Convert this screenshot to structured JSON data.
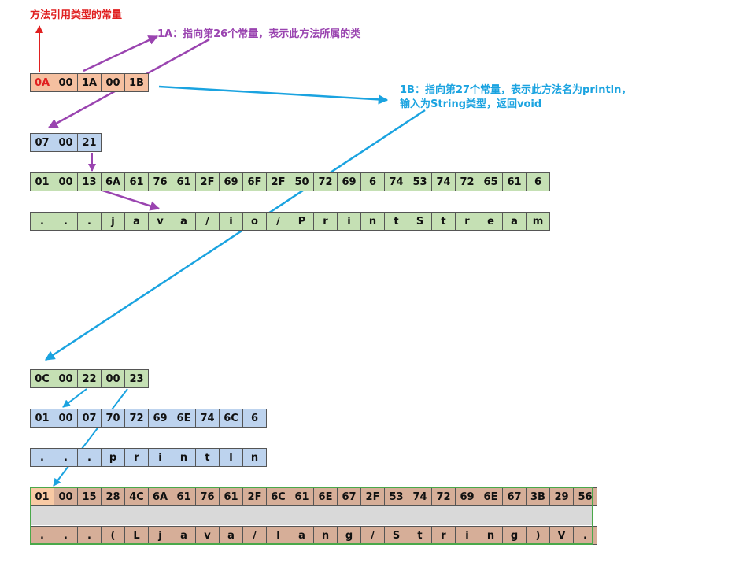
{
  "labels": {
    "top": "方法引用类型的常量",
    "a": "1A：指向第26个常量，表示此方法所属的类",
    "b_line1": "1B：指向第27个常量，表示此方法名为println，",
    "b_line2": "输入为String类型，返回void"
  },
  "colors": {
    "red": "#e02020",
    "purple": "#9a44b0",
    "blue": "#1aa3e0",
    "green_border": "#4aa84a"
  },
  "rows": {
    "r1": [
      "0A",
      "00",
      "1A",
      "00",
      "1B"
    ],
    "r2": [
      "07",
      "00",
      "21"
    ],
    "r3": [
      "01",
      "00",
      "13",
      "6A",
      "61",
      "76",
      "61",
      "2F",
      "69",
      "6F",
      "2F",
      "50",
      "72",
      "69",
      "6",
      "74",
      "53",
      "74",
      "72",
      "65",
      "61",
      "6"
    ],
    "r4": [
      ".",
      ".",
      ".",
      "j",
      "a",
      "v",
      "a",
      "/",
      "i",
      "o",
      "/",
      "P",
      "r",
      "i",
      "n",
      "t",
      "S",
      "t",
      "r",
      "e",
      "a",
      "m"
    ],
    "r5": [
      "0C",
      "00",
      "22",
      "00",
      "23"
    ],
    "r6": [
      "01",
      "00",
      "07",
      "70",
      "72",
      "69",
      "6E",
      "74",
      "6C",
      "6"
    ],
    "r7": [
      ".",
      ".",
      ".",
      "p",
      "r",
      "i",
      "n",
      "t",
      "l",
      "n"
    ],
    "r8": [
      "01",
      "00",
      "15",
      "28",
      "4C",
      "6A",
      "61",
      "76",
      "61",
      "2F",
      "6C",
      "61",
      "6E",
      "67",
      "2F",
      "53",
      "74",
      "72",
      "69",
      "6E",
      "67",
      "3B",
      "29",
      "56"
    ],
    "r9": [
      ".",
      ".",
      ".",
      "(",
      "L",
      "j",
      "a",
      "v",
      "a",
      "/",
      "l",
      "a",
      "n",
      "g",
      "/",
      "S",
      "t",
      "r",
      "i",
      "n",
      "g",
      ")",
      "V",
      "."
    ]
  }
}
